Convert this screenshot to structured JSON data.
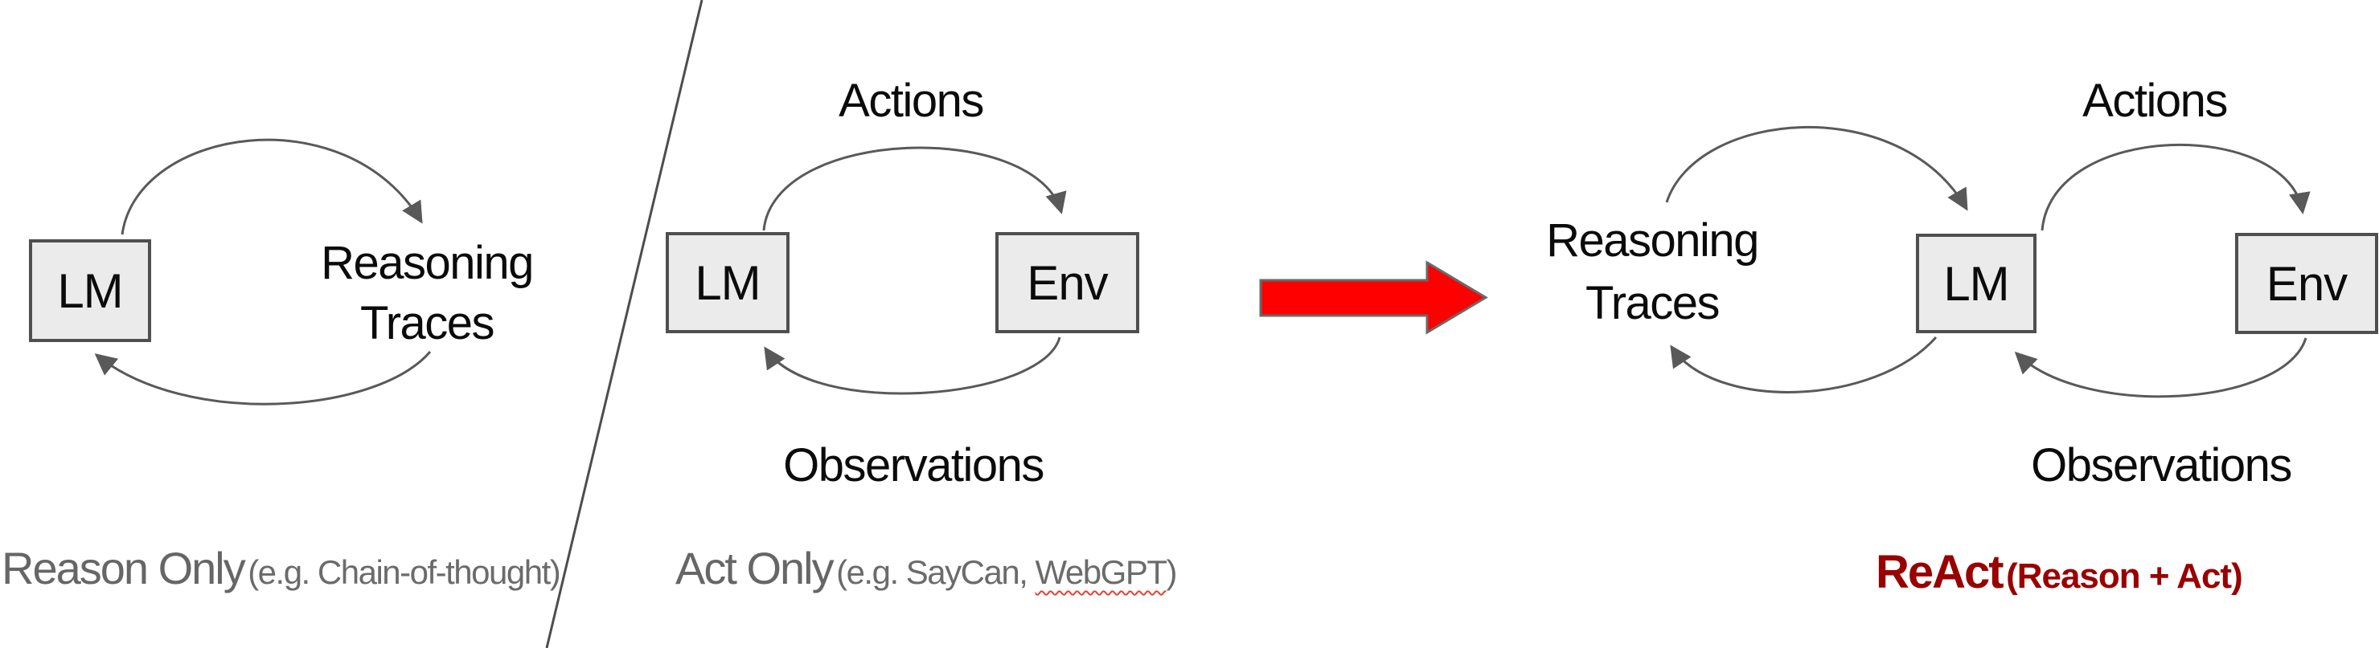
{
  "figure": {
    "background": "#ffffff",
    "description": "Comparison of language model prompting paradigms: Reason Only, Act Only, and ReAct"
  },
  "colors": {
    "box_fill": "#ebebeb",
    "box_border": "#4f4f4f",
    "arc_stroke": "#595959",
    "divider_stroke": "#4d4d4d",
    "caption_gray": "#666666",
    "react_dark_red": "#990000",
    "block_arrow_fill": "#fe0000",
    "block_arrow_border": "#696969",
    "squiggle_red": "#e34234",
    "diagram_text": "#0b0b0b"
  },
  "panel_reason_only": {
    "lm_box_label": "LM",
    "cycle_line1": "Reasoning",
    "cycle_line2": "Traces",
    "caption": "Reason Only",
    "caption_note": "(e.g. Chain-of-thought)"
  },
  "panel_act_only": {
    "lm_box_label": "LM",
    "env_box_label": "Env",
    "top_arrow_label": "Actions",
    "bottom_arrow_label": "Observations",
    "caption": "Act Only",
    "caption_note_prefix": "(e.g. SayCan, ",
    "caption_note_misspelled": "WebGPT",
    "caption_note_suffix": ")"
  },
  "panel_react": {
    "reasoning_line1": "Reasoning",
    "reasoning_line2": "Traces",
    "lm_box_label": "LM",
    "env_box_label": "Env",
    "top_arrow_label": "Actions",
    "bottom_arrow_label": "Observations",
    "caption": "ReAct",
    "caption_note": "(Reason + Act)"
  }
}
